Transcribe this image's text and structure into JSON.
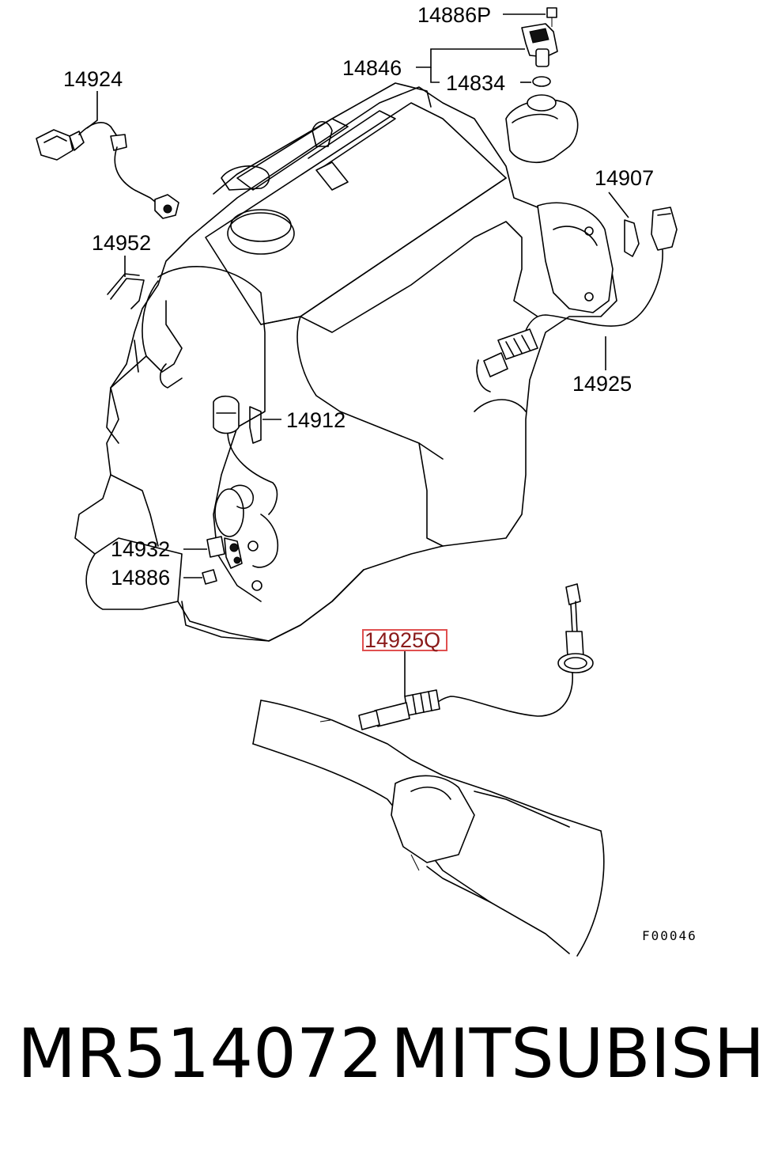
{
  "diagram": {
    "labels": {
      "p14886P": "14886P",
      "p14846": "14846",
      "p14834": "14834",
      "p14924": "14924",
      "p14907": "14907",
      "p14952": "14952",
      "p14925": "14925",
      "p14912": "14912",
      "p14932": "14932",
      "p14886": "14886",
      "p14925Q": "14925Q"
    },
    "figure_code": "F00046",
    "highlight_color": "#e05050"
  },
  "caption": {
    "part_number": "MR514072",
    "brand": "MITSUBISHI"
  }
}
